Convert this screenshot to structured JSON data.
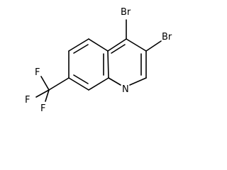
{
  "molecule": {
    "atoms": {
      "br4": "Br",
      "br3": "Br",
      "n1": "N",
      "f_top": "F",
      "f_left": "F",
      "f_bottom": "F"
    }
  }
}
